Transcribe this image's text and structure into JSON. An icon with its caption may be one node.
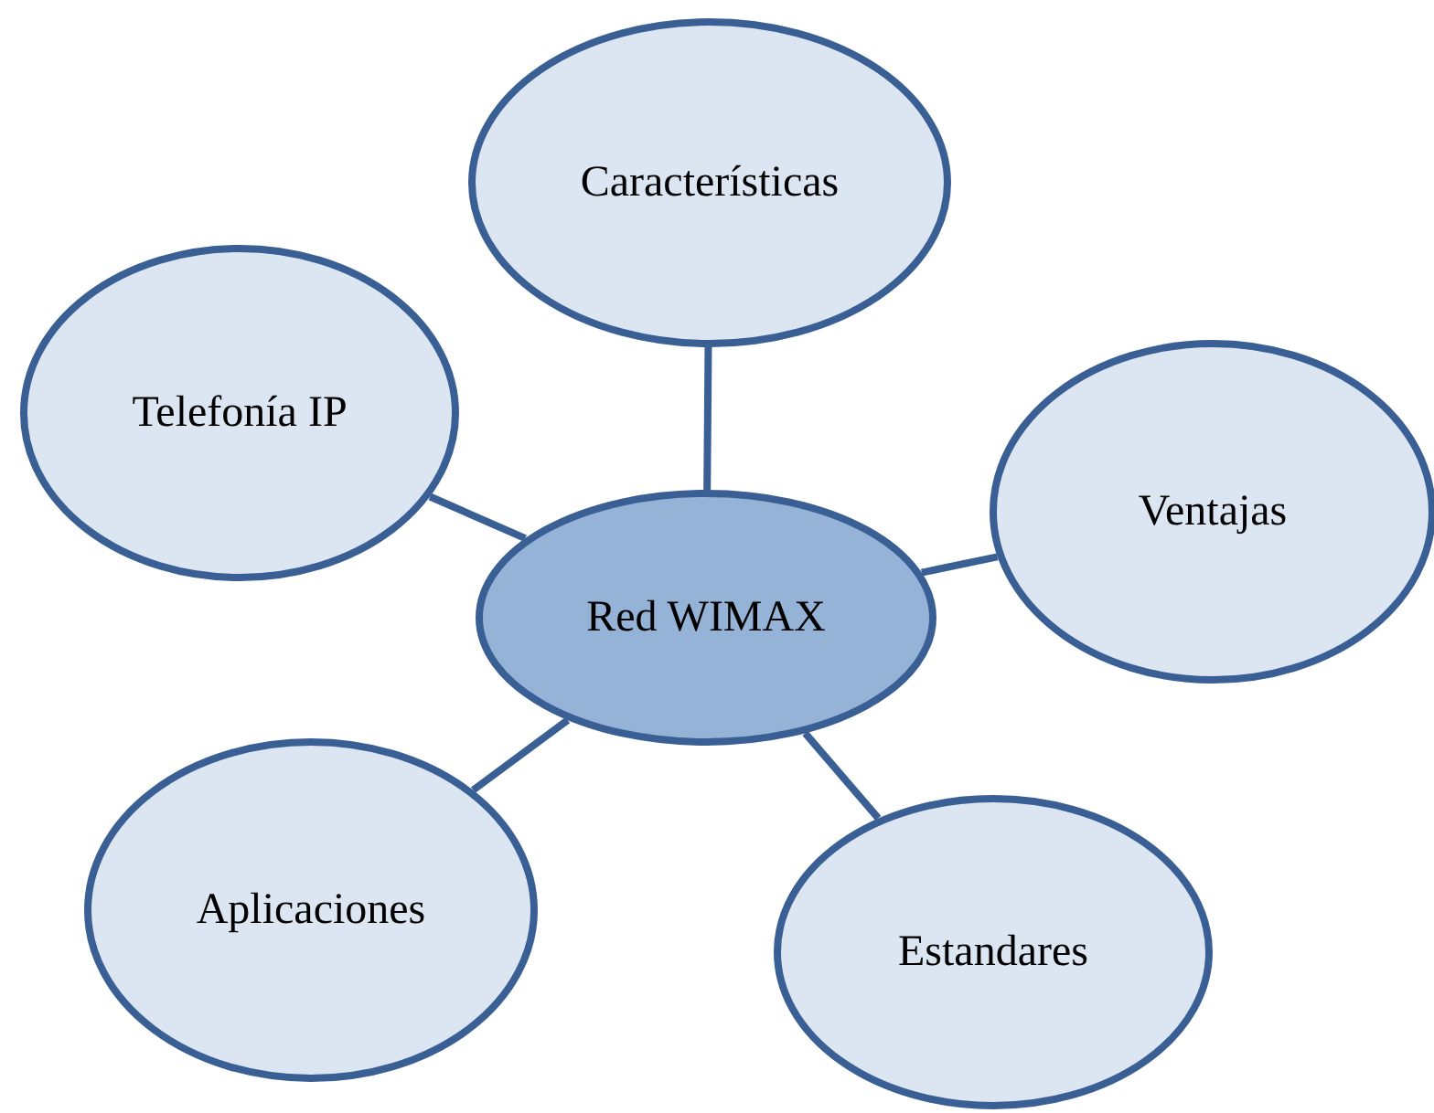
{
  "diagram": {
    "nodes": [
      {
        "text": [
          "Características"
        ]
      },
      {
        "text": [
          "Telefonía IP"
        ]
      },
      {
        "text": [
          "Ventajas"
        ]
      },
      {
        "text": [
          "Red WIMAX"
        ]
      },
      {
        "text": [
          "Aplicaciones"
        ]
      },
      {
        "text": [
          "Estandares"
        ]
      }
    ],
    "edges": [
      {
        "from": 3,
        "to": 0,
        "arrow": "none"
      },
      {
        "from": 3,
        "to": 1,
        "arrow": "none"
      },
      {
        "from": 3,
        "to": 2,
        "arrow": "none"
      },
      {
        "from": 3,
        "to": 4,
        "arrow": "none"
      },
      {
        "from": 3,
        "to": 5,
        "arrow": "none"
      }
    ]
  }
}
